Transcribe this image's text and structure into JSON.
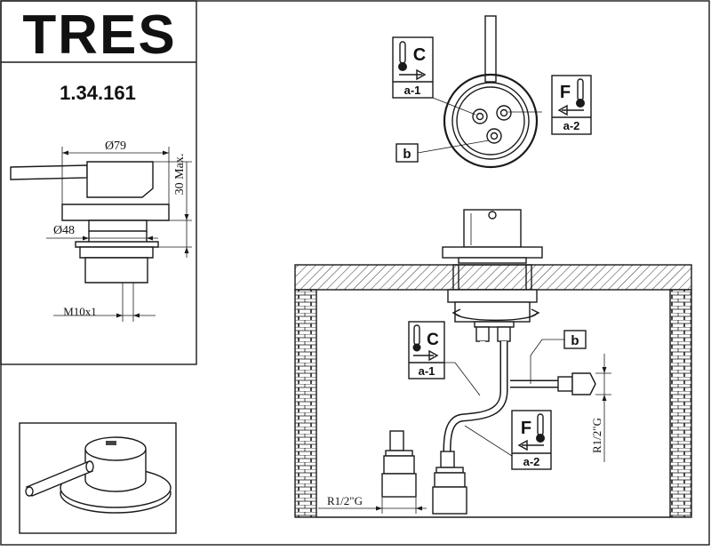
{
  "brand": {
    "logo_text": "TRES"
  },
  "product": {
    "code": "1.34.161"
  },
  "dimensions": {
    "outer_diameter": "Ø79",
    "inner_diameter": "Ø48",
    "max_depth": "30 Max.",
    "thread": "M10x1",
    "connection_thread_left": "R1/2\"G",
    "connection_thread_right": "R1/2\"G"
  },
  "labels": {
    "cold": "C",
    "hot": "F",
    "inlet_cold": "a-1",
    "inlet_hot": "a-2",
    "outlet": "b"
  }
}
